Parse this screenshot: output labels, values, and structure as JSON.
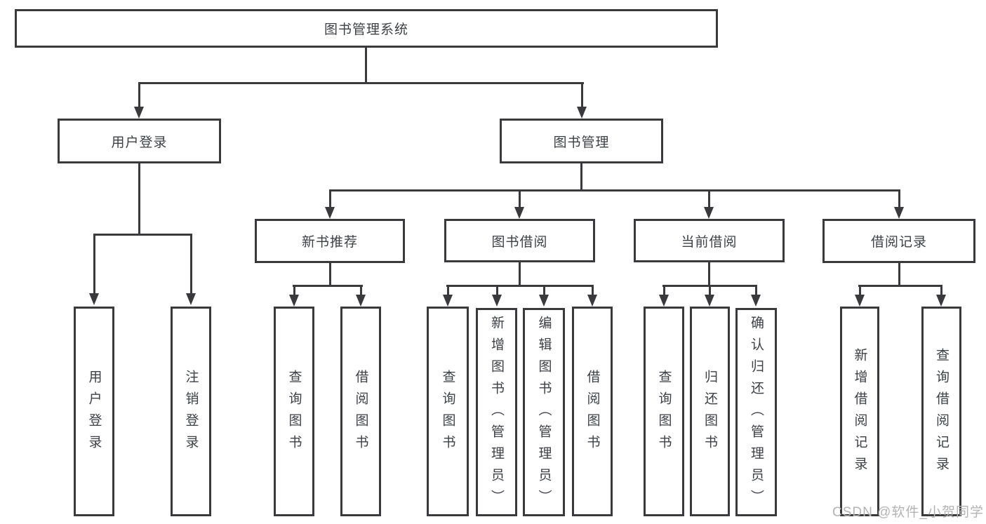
{
  "diagram": {
    "root": {
      "label": "图书管理系统"
    },
    "branches": [
      {
        "id": "user-login",
        "label": "用户登录",
        "children": [
          {
            "label": "用户登录"
          },
          {
            "label": "注销登录"
          }
        ]
      },
      {
        "id": "book-management",
        "label": "图书管理",
        "children": [
          {
            "id": "new-book-recommend",
            "label": "新书推荐",
            "children": [
              {
                "label": "查询图书"
              },
              {
                "label": "借阅图书"
              }
            ]
          },
          {
            "id": "book-borrow",
            "label": "图书借阅",
            "children": [
              {
                "label": "查询图书"
              },
              {
                "label": "新增图书（管理员）"
              },
              {
                "label": "编辑图书（管理员）"
              },
              {
                "label": "借阅图书"
              }
            ]
          },
          {
            "id": "current-borrow",
            "label": "当前借阅",
            "children": [
              {
                "label": "查询图书"
              },
              {
                "label": "归还图书"
              },
              {
                "label": "确认归还（管理员）"
              }
            ]
          },
          {
            "id": "borrow-record",
            "label": "借阅记录",
            "children": [
              {
                "label": "新增借阅记录"
              },
              {
                "label": "查询借阅记录"
              }
            ]
          }
        ]
      }
    ]
  },
  "watermark": {
    "text": "CSDN @软件_小贺同学"
  },
  "colors": {
    "line": "#3a3a3c",
    "text": "#3d4045",
    "watermark": "#b3b3b3",
    "box_background": "#ffffff",
    "page_background": "#ffffff"
  }
}
